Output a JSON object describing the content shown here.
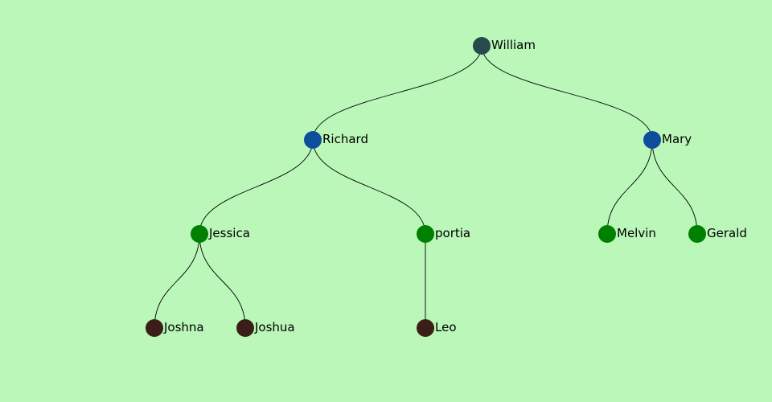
{
  "tree": {
    "colors": {
      "background": "#baf7b9",
      "level_0": "#274a4c",
      "level_1": "#0d4e9b",
      "level_2": "#008000",
      "level_3": "#3a1e17",
      "link": "#000000"
    },
    "nodes": [
      {
        "id": "william",
        "name": "William",
        "parent": null
      },
      {
        "id": "richard",
        "name": "Richard",
        "parent": "william"
      },
      {
        "id": "mary",
        "name": "Mary",
        "parent": "william"
      },
      {
        "id": "jessica",
        "name": "Jessica",
        "parent": "richard"
      },
      {
        "id": "portia",
        "name": "portia",
        "parent": "richard"
      },
      {
        "id": "melvin",
        "name": "Melvin",
        "parent": "mary"
      },
      {
        "id": "gerald",
        "name": "Gerald",
        "parent": "mary"
      },
      {
        "id": "joshna",
        "name": "Joshna",
        "parent": "jessica"
      },
      {
        "id": "joshua",
        "name": "Joshua",
        "parent": "jessica"
      },
      {
        "id": "leo",
        "name": "Leo",
        "parent": "portia"
      }
    ]
  }
}
